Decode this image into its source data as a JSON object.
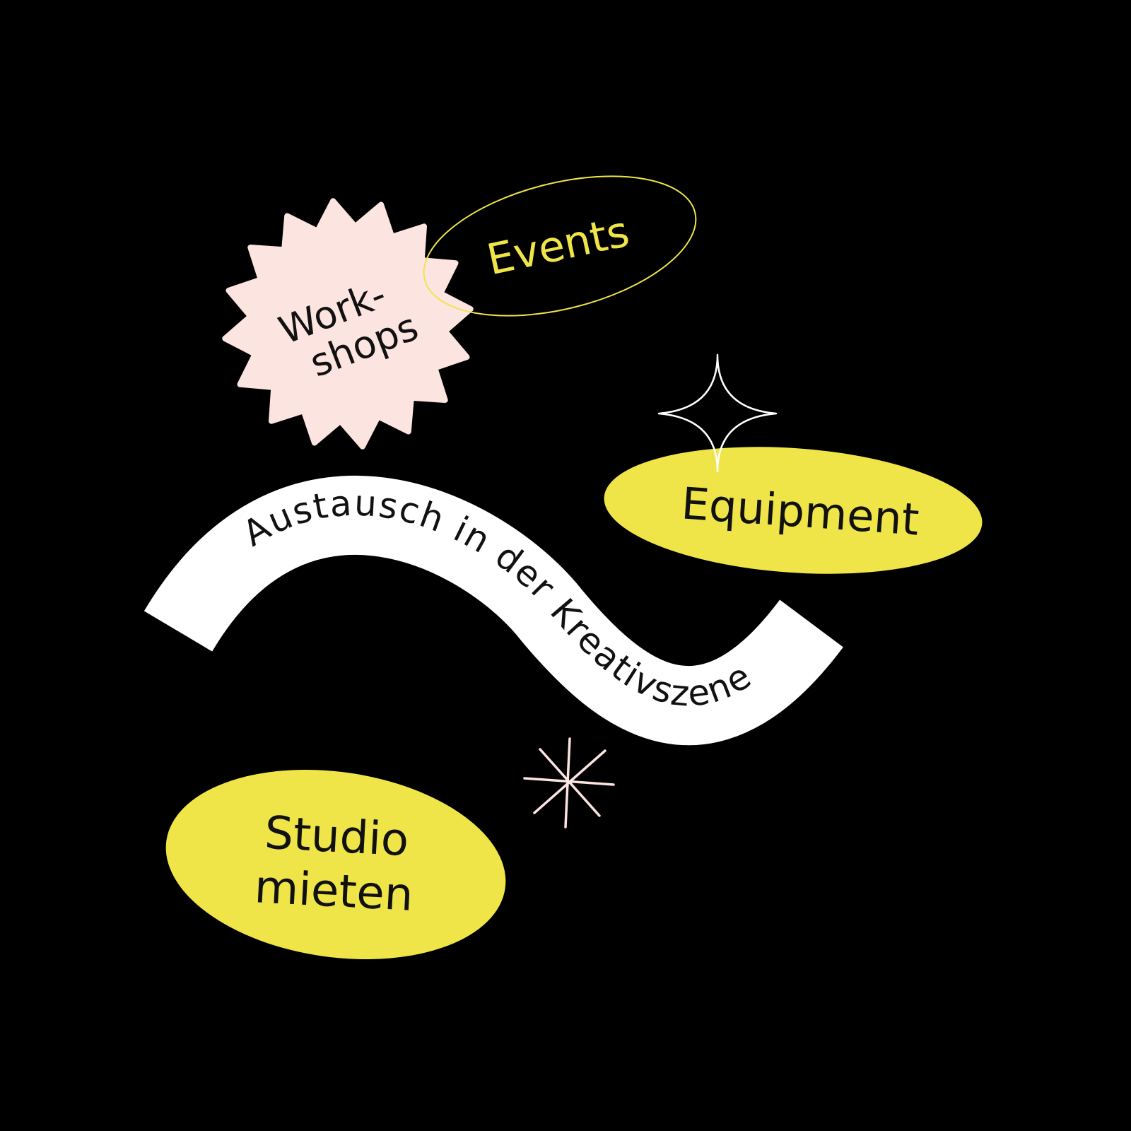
{
  "colors": {
    "background": "#000000",
    "yellow": "#f0e548",
    "pink": "#fce4e1",
    "white": "#ffffff",
    "text_dark": "#111111"
  },
  "badges": {
    "workshops": {
      "line1": "Work-",
      "line2": "shops"
    },
    "events": {
      "label": "Events"
    },
    "equipment": {
      "label": "Equipment"
    },
    "studio": {
      "line1": "Studio",
      "line2": "mieten"
    }
  },
  "ribbon": {
    "text": "Austausch in der Kreativszene"
  },
  "icons": [
    "four-point-sparkle-icon",
    "asterisk-star-icon"
  ]
}
